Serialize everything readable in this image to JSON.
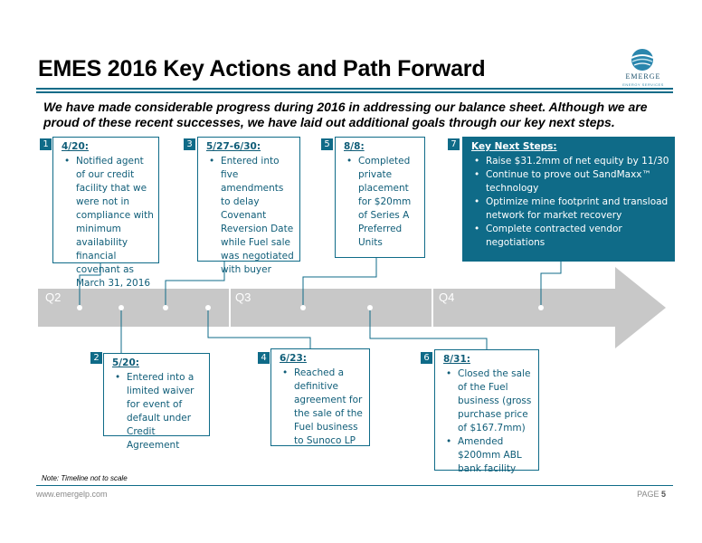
{
  "title": "EMES 2016 Key Actions and Path Forward",
  "subtitle": "We have made considerable progress during 2016 in addressing our balance sheet. Although we are proud of these recent successes, we have laid out additional goals through our key next steps.",
  "logo": {
    "name": "EMERGE",
    "tagline": "ENERGY SERVICES"
  },
  "quarters": [
    "Q2",
    "Q3",
    "Q4"
  ],
  "events": [
    {
      "num": "1",
      "head": "4/20:",
      "bullets": [
        "Notified agent of our credit facility that we were not in compliance with minimum availability financial covenant as March 31, 2016"
      ]
    },
    {
      "num": "2",
      "head": "5/20:",
      "bullets": [
        "Entered into a limited waiver for event of default under Credit Agreement"
      ]
    },
    {
      "num": "3",
      "head": "5/27-6/30:",
      "bullets": [
        "Entered into five amendments to delay Covenant Reversion Date while Fuel sale was negotiated with buyer"
      ]
    },
    {
      "num": "4",
      "head": "6/23:",
      "bullets": [
        "Reached a definitive agreement for the sale of the Fuel business to Sunoco LP"
      ]
    },
    {
      "num": "5",
      "head": "8/8:",
      "bullets": [
        "Completed private placement for $20mm of Series A Preferred Units"
      ]
    },
    {
      "num": "6",
      "head": "8/31:",
      "bullets": [
        "Closed the sale of the Fuel business (gross purchase price of $167.7mm)",
        "Amended $200mm ABL bank facility"
      ]
    },
    {
      "num": "7",
      "head": "Key Next Steps:",
      "bullets": [
        "Raise $31.2mm of net equity by 11/30",
        "Continue to prove out SandMaxx™ technology",
        "Optimize mine footprint and transload network for market recovery",
        "Complete contracted vendor negotiations"
      ]
    }
  ],
  "footer": {
    "note": "Note:  Timeline not to scale",
    "url": "www.emergelp.com",
    "page_label": "PAGE",
    "page_number": "5"
  },
  "colors": {
    "accent": "#0f6b88",
    "timeline": "#c8c8c8"
  }
}
